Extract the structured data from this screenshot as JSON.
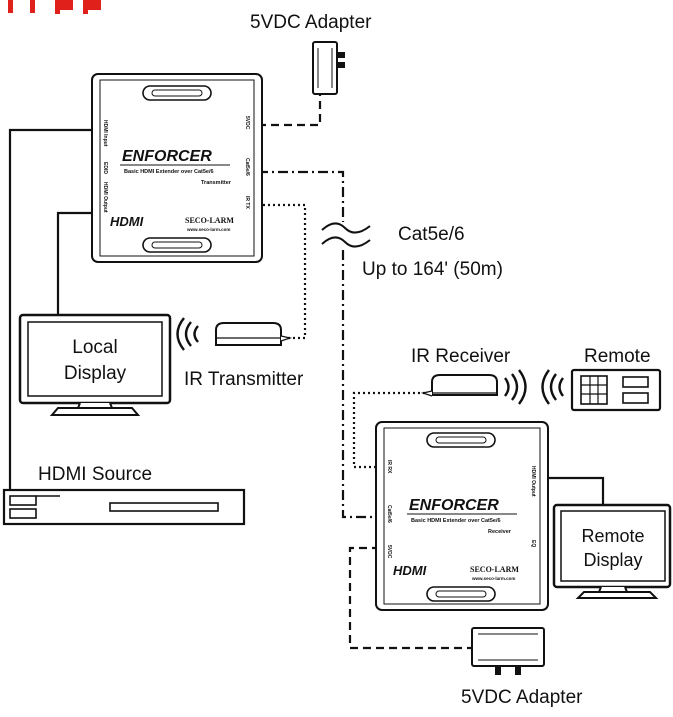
{
  "labels": {
    "adapter_top": "5VDC Adapter",
    "adapter_bottom": "5VDC Adapter",
    "cable_type": "Cat5e/6",
    "cable_length": "Up to 164' (50m)",
    "local_display_1": "Local",
    "local_display_2": "Display",
    "ir_transmitter": "IR Transmitter",
    "ir_receiver": "IR Receiver",
    "remote": "Remote",
    "remote_display_1": "Remote",
    "remote_display_2": "Display",
    "hdmi_source": "HDMI Source"
  },
  "transmitter": {
    "brand": "ENFORCER",
    "subtitle": "Basic HDMI Extender over Cat5e/6",
    "unit": "Transmitter",
    "hdmi_logo": "HDMI",
    "maker": "SECO-LARM",
    "maker_url": "www.seco-larm.com",
    "port_hdmi_input": "HDMI Input",
    "port_edid": "EDID",
    "port_hdmi_output": "HDMI Output",
    "port_5vdc": "5VDC",
    "port_cat": "Cat5e/6",
    "port_irtx": "IR TX"
  },
  "receiver": {
    "brand": "ENFORCER",
    "subtitle": "Basic HDMI Extender over Cat5e/6",
    "unit": "Receiver",
    "hdmi_logo": "HDMI",
    "maker": "SECO-LARM",
    "maker_url": "www.seco-larm.com",
    "port_irrx": "IR RX",
    "port_cat": "Cat5e/6",
    "port_5vdc": "5VDC",
    "port_hdmi_output": "HDMI Output",
    "port_eq": "EQ"
  },
  "colors": {
    "line": "#111111",
    "accent_red": "#e0201b"
  }
}
